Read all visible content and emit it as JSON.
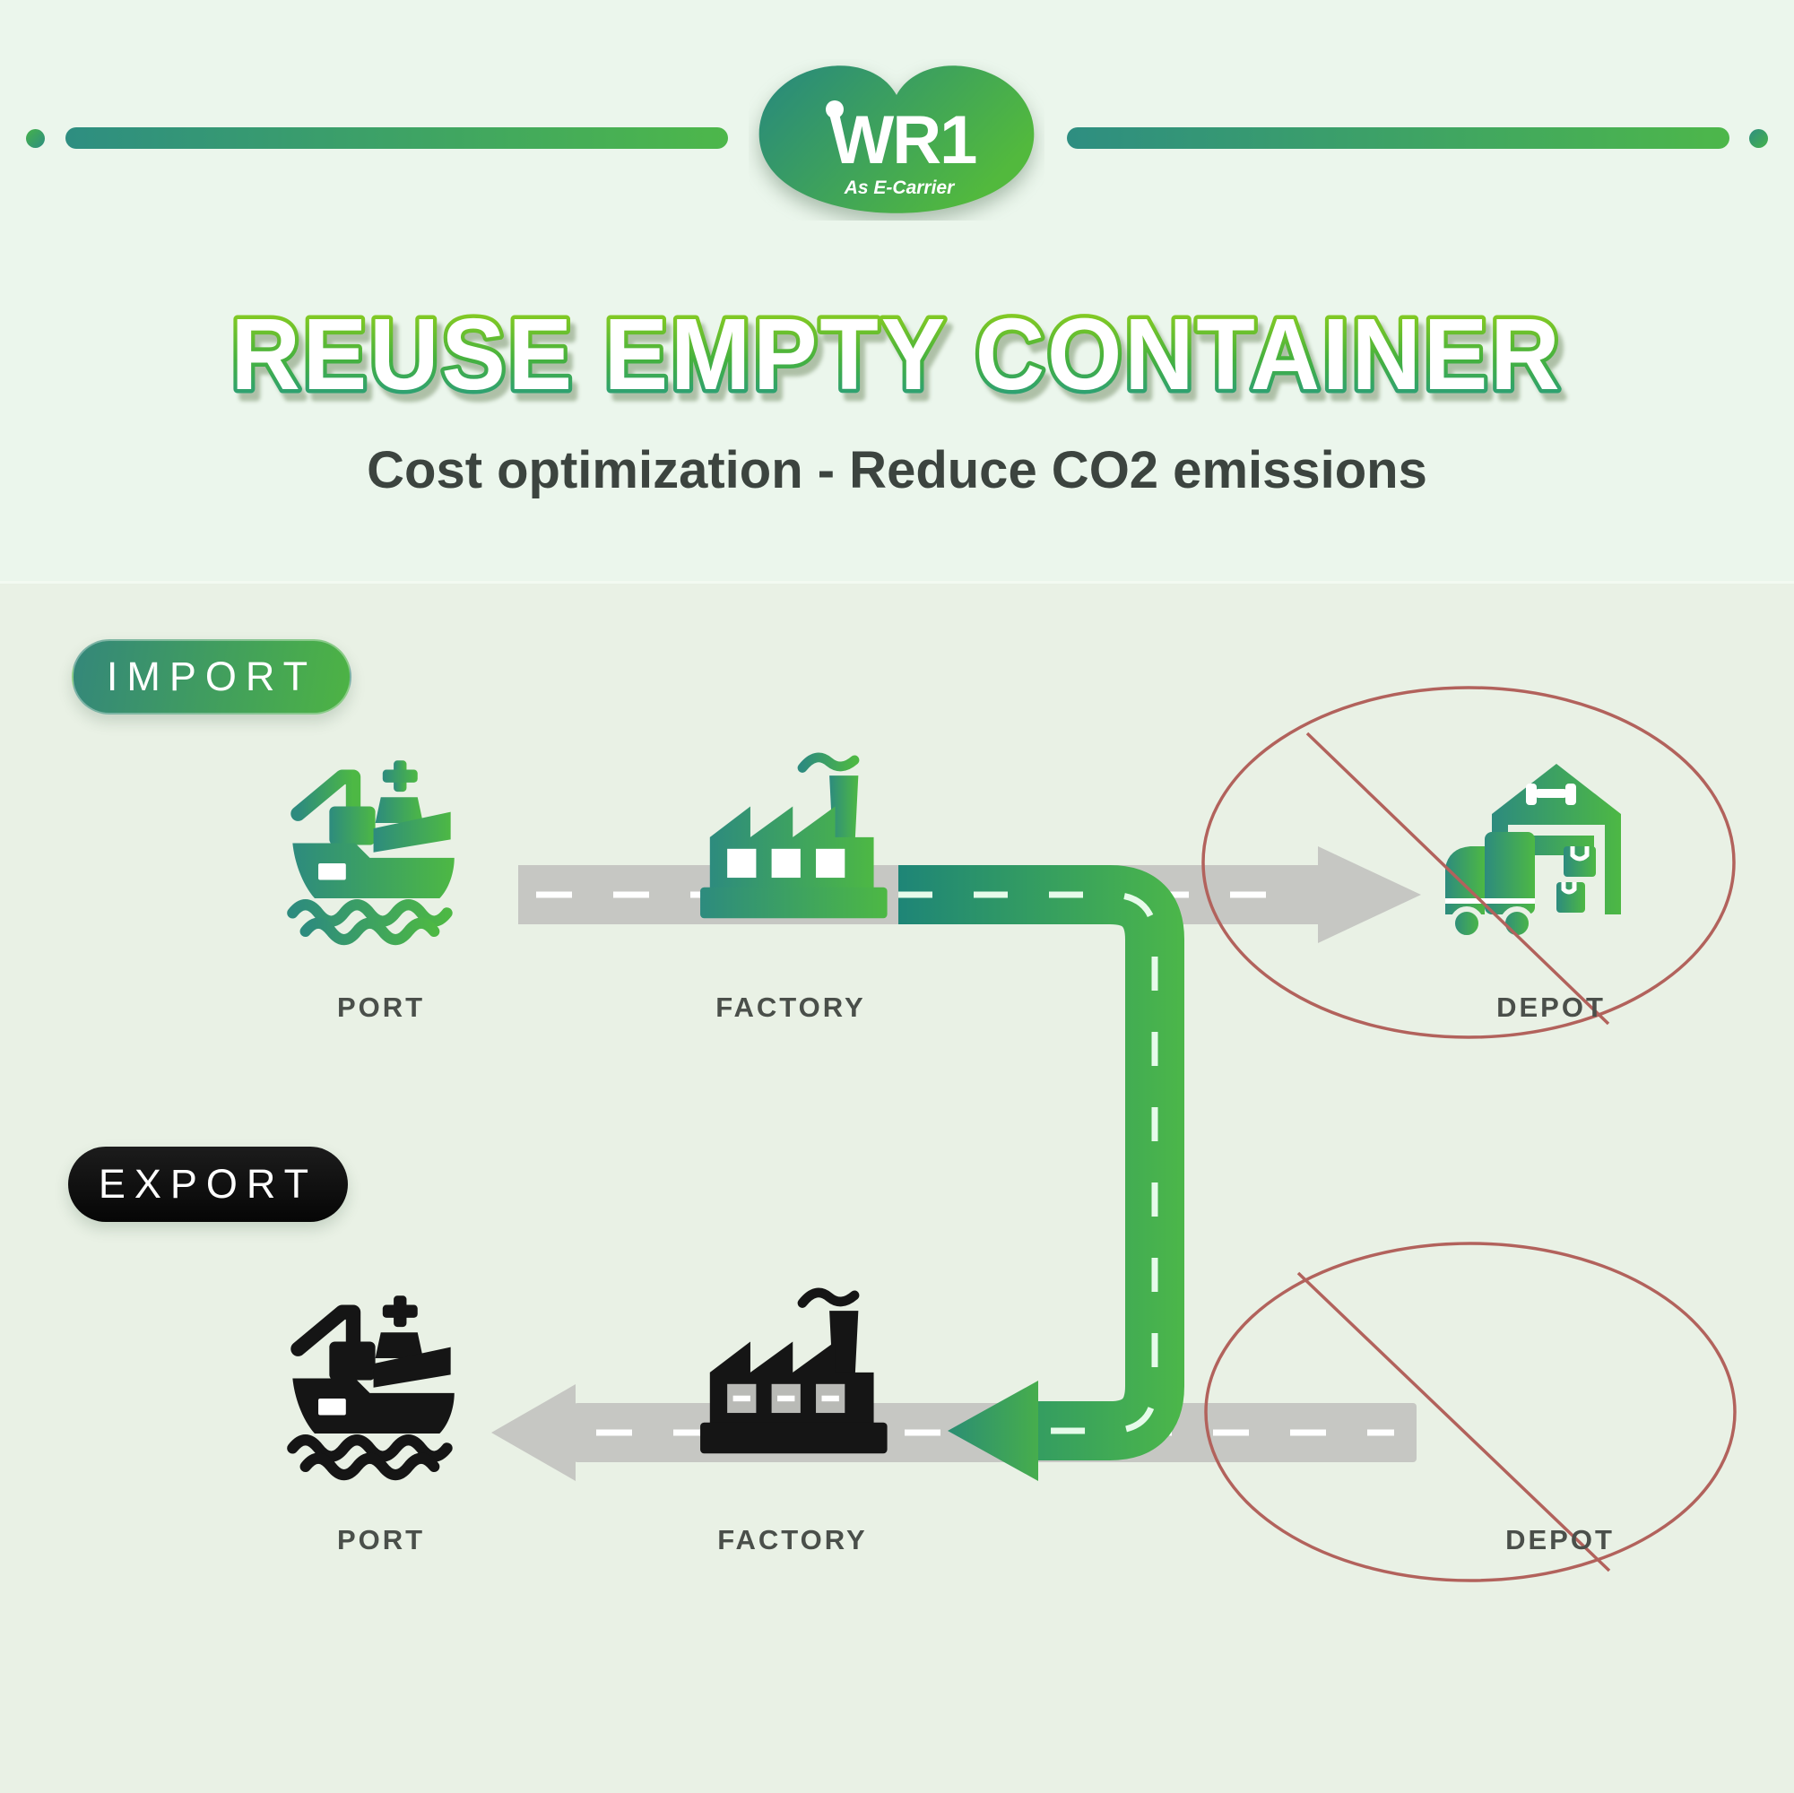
{
  "header": {
    "brand": "WR1",
    "tagline": "As E-Carrier"
  },
  "title": "REUSE EMPTY CONTAINER",
  "subtitle": "Cost optimization - Reduce CO2 emissions",
  "diagram": {
    "import_flow": {
      "badge": "IMPORT",
      "port_label": "PORT",
      "factory_label": "FACTORY",
      "depot_label": "DEPOT"
    },
    "export_flow": {
      "badge": "EXPORT",
      "port_label": "PORT",
      "factory_label": "FACTORY",
      "depot_label": "DEPOT"
    }
  },
  "colors": {
    "accent_teal": "#2E8E81",
    "accent_green": "#4DB848",
    "road_gray": "#C6C7C3",
    "no_entry_red": "#B2625C",
    "export_black": "#151515"
  }
}
